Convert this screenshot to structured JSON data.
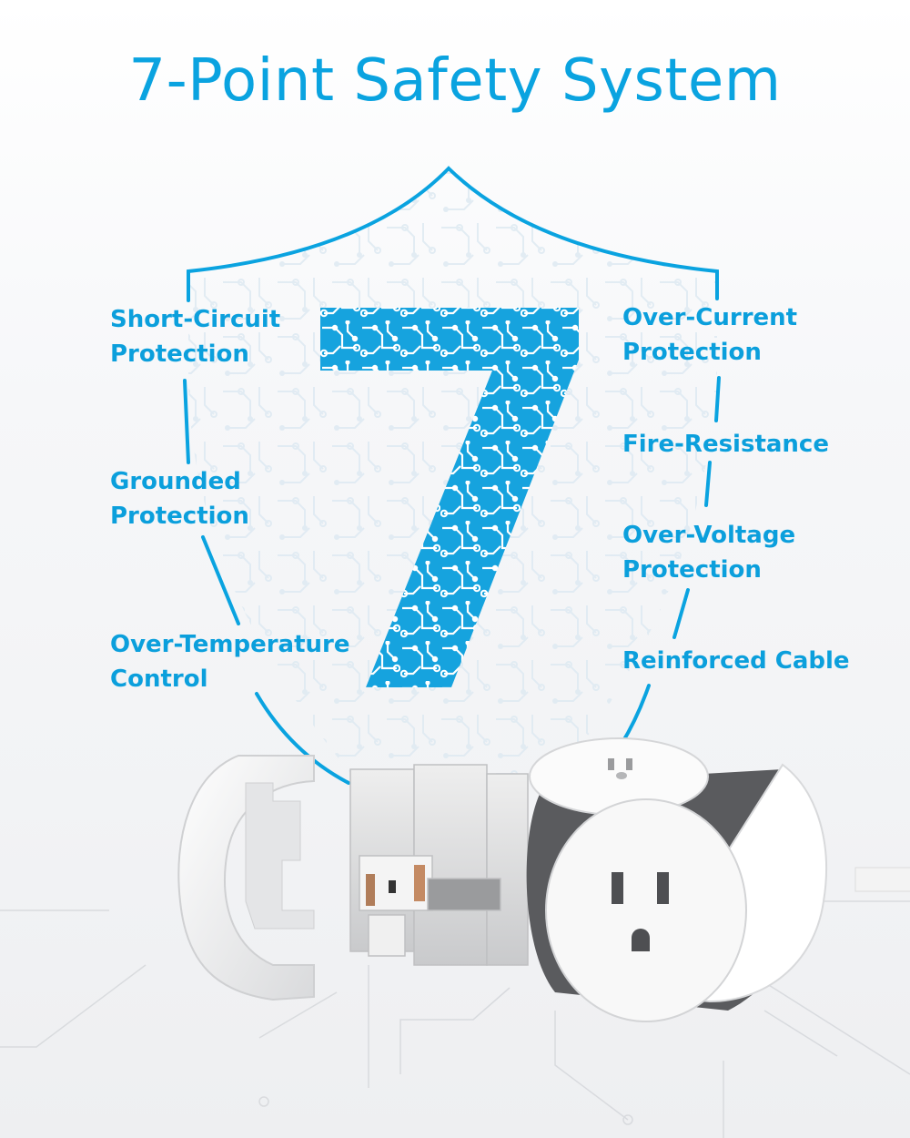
{
  "title": "7-Point Safety System",
  "colors": {
    "accent": "#0aa3e0",
    "label": "#0b9fdc",
    "seven_fill": "#16a3de",
    "background": "#f4f5f7"
  },
  "hero_numeral": "7",
  "features_left": [
    {
      "line1": "Short-Circuit",
      "line2": "Protection"
    },
    {
      "line1": "Grounded",
      "line2": "Protection"
    },
    {
      "line1": "Over-Temperature",
      "line2": "Control"
    }
  ],
  "features_right": [
    {
      "line1": "Over-Current",
      "line2": "Protection"
    },
    {
      "line1": "Fire-Resistance",
      "line2": ""
    },
    {
      "line1": "Over-Voltage",
      "line2": "Protection"
    },
    {
      "line1": "Reinforced Cable",
      "line2": ""
    }
  ],
  "icons": {
    "shield": "shield-outline-icon",
    "circuit": "circuit-board-icon",
    "product": "exploded-power-strip-cube"
  }
}
